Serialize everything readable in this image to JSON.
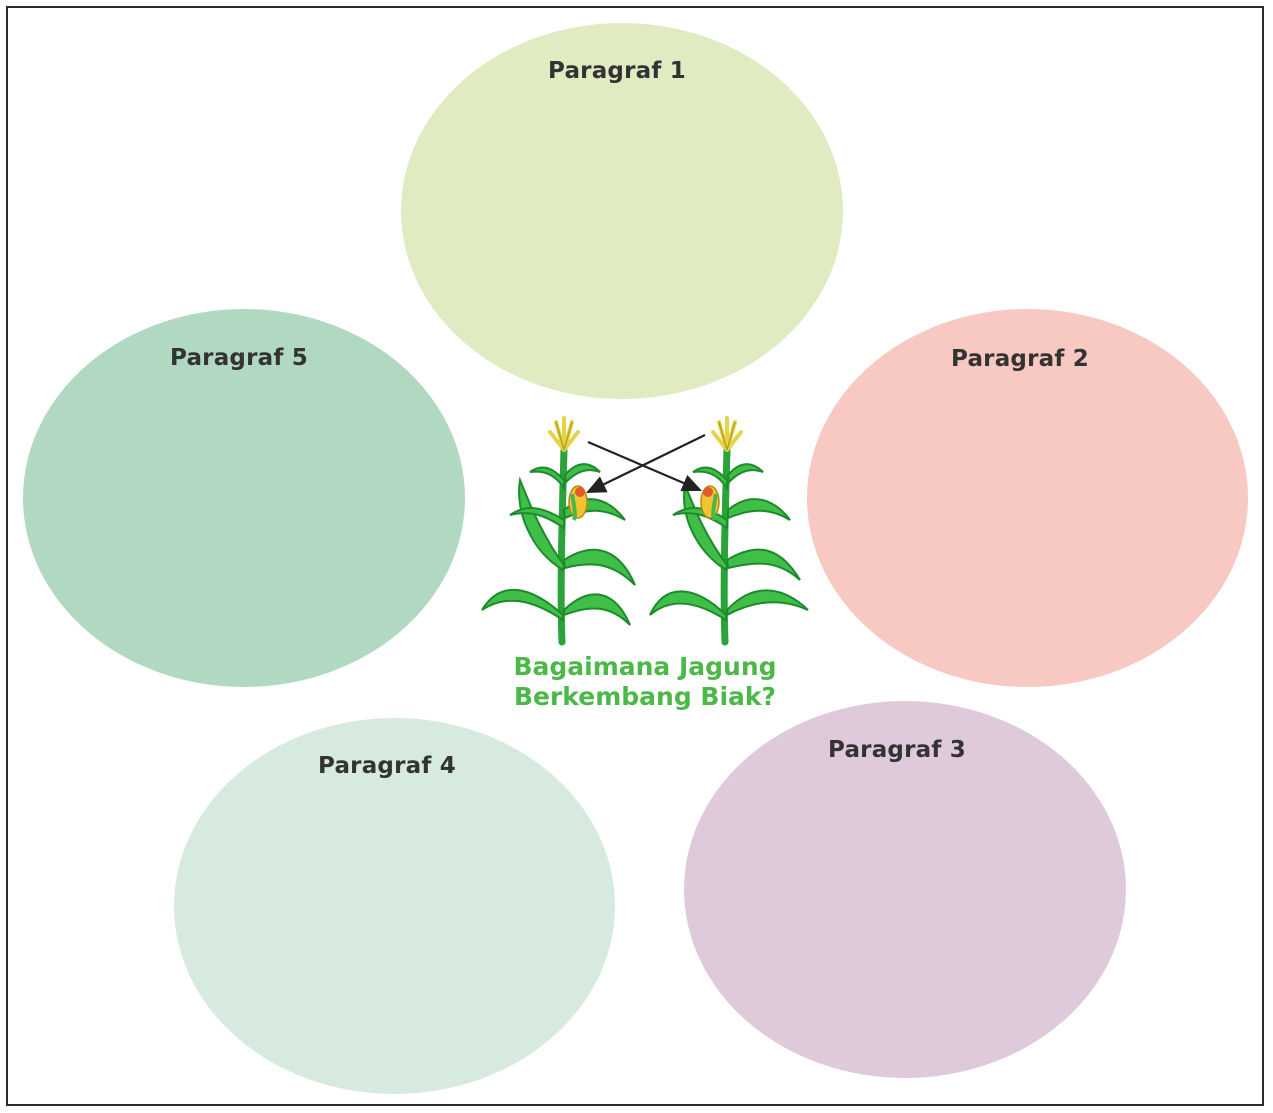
{
  "diagram": {
    "center": {
      "title_line1": "Bagaimana Jagung",
      "title_line2": "Berkembang Biak?",
      "illustration_icon": "corn-plants-cross-pollination-icon",
      "title_color": "#4cb848"
    },
    "bubbles": [
      {
        "label": "Paragraf 1",
        "color": "#e1ebc2"
      },
      {
        "label": "Paragraf 2",
        "color": "#f8c8c3"
      },
      {
        "label": "Paragraf 3",
        "color": "#dfcadc"
      },
      {
        "label": "Paragraf 4",
        "color": "#d7eadf"
      },
      {
        "label": "Paragraf 5",
        "color": "#b1d9c1"
      }
    ]
  }
}
